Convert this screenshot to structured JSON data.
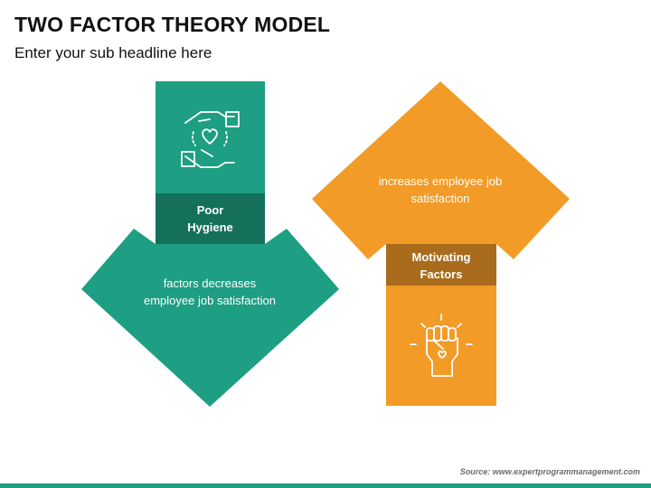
{
  "title": "TWO FACTOR THEORY MODEL",
  "subtitle": "Enter your sub headline here",
  "left_block": {
    "label_line1": "Poor",
    "label_line2": "Hygiene",
    "text_line1": "factors decreases",
    "text_line2": "employee job satisfaction",
    "icon": "hands-heart-icon"
  },
  "right_block": {
    "label_line1": "Motivating",
    "label_line2": "Factors",
    "text_line1": "increases employee job",
    "text_line2": "satisfaction",
    "icon": "raised-fist-icon"
  },
  "source": "Source: www.expertprogrammanagement.com",
  "colors": {
    "teal": "#1e9e82",
    "teal_dark": "#14705b",
    "orange": "#f29b27",
    "orange_dark": "#a86c1c",
    "footer": "#1e9e82"
  }
}
